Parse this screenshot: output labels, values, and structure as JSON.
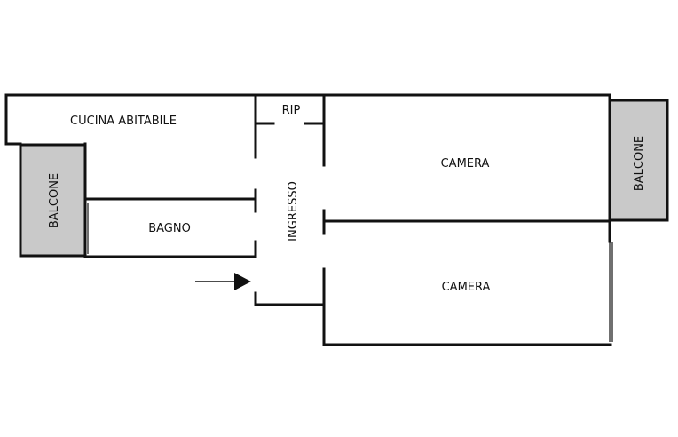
{
  "rooms": {
    "kitchen": "CUCINA ABITABILE",
    "storage": "RIP",
    "bathroom": "BAGNO",
    "hall": "INGRESSO",
    "bedroom_top": "CAMERA",
    "bedroom_bottom": "CAMERA",
    "balcony_left": "BALCONE",
    "balcony_right": "BALCONE"
  },
  "colors": {
    "walls": "#111111",
    "balcony_fill": "#c9c9c9",
    "background": "#ffffff"
  },
  "icons": {
    "entrance": "arrow-right-icon"
  }
}
